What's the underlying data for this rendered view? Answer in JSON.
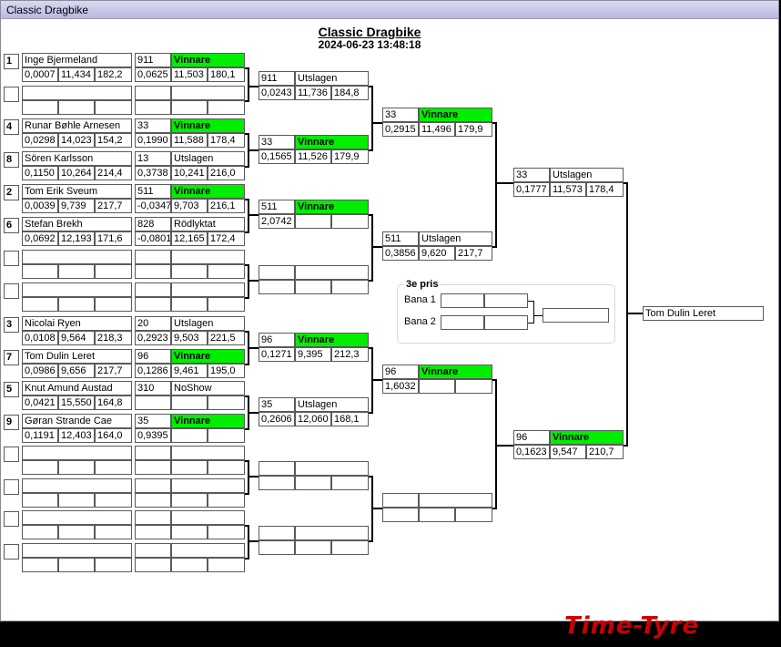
{
  "window": {
    "title": "Classic Dragbike"
  },
  "header": {
    "title": "Classic Dragbike",
    "datetime": "2024-06-23 13:48:18"
  },
  "left_entries": [
    {
      "seed": "1",
      "name": "Inge Bjermeland",
      "rt": "0,0007",
      "et": "11,434",
      "speed": "182,2",
      "opp_no": "911",
      "opp_status": "Vinnare",
      "opp_rt": "0,0625",
      "opp_et": "11,503",
      "opp_speed": "180,1"
    },
    {
      "seed": "",
      "name": "",
      "rt": "",
      "et": "",
      "speed": "",
      "opp_no": "",
      "opp_status": "",
      "opp_rt": "",
      "opp_et": "",
      "opp_speed": ""
    },
    {
      "seed": "4",
      "name": "Runar Bøhle Arnesen",
      "rt": "0,0298",
      "et": "14,023",
      "speed": "154,2",
      "opp_no": "33",
      "opp_status": "Vinnare",
      "opp_rt": "0,1990",
      "opp_et": "11,588",
      "opp_speed": "178,4"
    },
    {
      "seed": "8",
      "name": "Sören Karlsson",
      "rt": "0,1150",
      "et": "10,264",
      "speed": "214,4",
      "opp_no": "13",
      "opp_status": "Utslagen",
      "opp_rt": "0,3738",
      "opp_et": "10,241",
      "opp_speed": "216,0"
    },
    {
      "seed": "2",
      "name": "Tom Erik Sveum",
      "rt": "0,0039",
      "et": "9,739",
      "speed": "217,7",
      "opp_no": "511",
      "opp_status": "Vinnare",
      "opp_rt": "-0,0347",
      "opp_et": "9,703",
      "opp_speed": "216,1"
    },
    {
      "seed": "6",
      "name": "Stefan Brekh",
      "rt": "0,0692",
      "et": "12,193",
      "speed": "171,6",
      "opp_no": "828",
      "opp_status": "Rödlyktat",
      "opp_rt": "-0,0801",
      "opp_et": "12,165",
      "opp_speed": "172,4"
    },
    {
      "seed": "",
      "name": "",
      "rt": "",
      "et": "",
      "speed": "",
      "opp_no": "",
      "opp_status": "",
      "opp_rt": "",
      "opp_et": "",
      "opp_speed": ""
    },
    {
      "seed": "",
      "name": "",
      "rt": "",
      "et": "",
      "speed": "",
      "opp_no": "",
      "opp_status": "",
      "opp_rt": "",
      "opp_et": "",
      "opp_speed": ""
    },
    {
      "seed": "3",
      "name": "Nicolai Ryen",
      "rt": "0,0108",
      "et": "9,564",
      "speed": "218,3",
      "opp_no": "20",
      "opp_status": "Utslagen",
      "opp_rt": "0,2923",
      "opp_et": "9,503",
      "opp_speed": "221,5"
    },
    {
      "seed": "7",
      "name": "Tom Dulin Leret",
      "rt": "0,0986",
      "et": "9,656",
      "speed": "217,7",
      "opp_no": "96",
      "opp_status": "Vinnare",
      "opp_rt": "0,1286",
      "opp_et": "9,461",
      "opp_speed": "195,0"
    },
    {
      "seed": "5",
      "name": "Knut Amund Austad",
      "rt": "0,0421",
      "et": "15,550",
      "speed": "164,8",
      "opp_no": "310",
      "opp_status": "NoShow",
      "opp_rt": "",
      "opp_et": "",
      "opp_speed": ""
    },
    {
      "seed": "9",
      "name": "Gøran Strande  Cae",
      "rt": "0,1191",
      "et": "12,403",
      "speed": "164,0",
      "opp_no": "35",
      "opp_status": "Vinnare",
      "opp_rt": "0,9395",
      "opp_et": "",
      "opp_speed": ""
    },
    {
      "seed": "",
      "name": "",
      "rt": "",
      "et": "",
      "speed": "",
      "opp_no": "",
      "opp_status": "",
      "opp_rt": "",
      "opp_et": "",
      "opp_speed": ""
    },
    {
      "seed": "",
      "name": "",
      "rt": "",
      "et": "",
      "speed": "",
      "opp_no": "",
      "opp_status": "",
      "opp_rt": "",
      "opp_et": "",
      "opp_speed": ""
    },
    {
      "seed": "",
      "name": "",
      "rt": "",
      "et": "",
      "speed": "",
      "opp_no": "",
      "opp_status": "",
      "opp_rt": "",
      "opp_et": "",
      "opp_speed": ""
    },
    {
      "seed": "",
      "name": "",
      "rt": "",
      "et": "",
      "speed": "",
      "opp_no": "",
      "opp_status": "",
      "opp_rt": "",
      "opp_et": "",
      "opp_speed": ""
    }
  ],
  "round2": [
    {
      "no": "911",
      "status": "Utslagen",
      "rt": "0,0243",
      "et": "11,736",
      "speed": "184,8"
    },
    {
      "no": "33",
      "status": "Vinnare",
      "rt": "0,1565",
      "et": "11,526",
      "speed": "179,9"
    },
    {
      "no": "511",
      "status": "Vinnare",
      "rt": "2,0742",
      "et": "",
      "speed": ""
    },
    {
      "no": "",
      "status": "",
      "rt": "",
      "et": "",
      "speed": ""
    },
    {
      "no": "96",
      "status": "Vinnare",
      "rt": "0,1271",
      "et": "9,395",
      "speed": "212,3"
    },
    {
      "no": "35",
      "status": "Utslagen",
      "rt": "0,2606",
      "et": "12,060",
      "speed": "168,1"
    },
    {
      "no": "",
      "status": "",
      "rt": "",
      "et": "",
      "speed": ""
    },
    {
      "no": "",
      "status": "",
      "rt": "",
      "et": "",
      "speed": ""
    }
  ],
  "round3": [
    {
      "no": "33",
      "status": "Vinnare",
      "rt": "0,2915",
      "et": "11,496",
      "speed": "179,9"
    },
    {
      "no": "511",
      "status": "Utslagen",
      "rt": "0,3856",
      "et": "9,620",
      "speed": "217,7"
    },
    {
      "no": "96",
      "status": "Vinnare",
      "rt": "1,6032",
      "et": "",
      "speed": ""
    },
    {
      "no": "",
      "status": "",
      "rt": "",
      "et": "",
      "speed": ""
    }
  ],
  "round4": [
    {
      "no": "33",
      "status": "Utslagen",
      "rt": "0,1777",
      "et": "11,573",
      "speed": "178,4"
    },
    {
      "no": "96",
      "status": "Vinnare",
      "rt": "0,1623",
      "et": "9,547",
      "speed": "210,7"
    }
  ],
  "champion": "Tom Dulin Leret",
  "third_place": {
    "title": "3e pris",
    "lane1_label": "Bana 1",
    "lane2_label": "Bana 2",
    "lane1_value": "",
    "lane2_value": "",
    "result": ""
  },
  "logo": {
    "text": "Time-Tyre"
  }
}
